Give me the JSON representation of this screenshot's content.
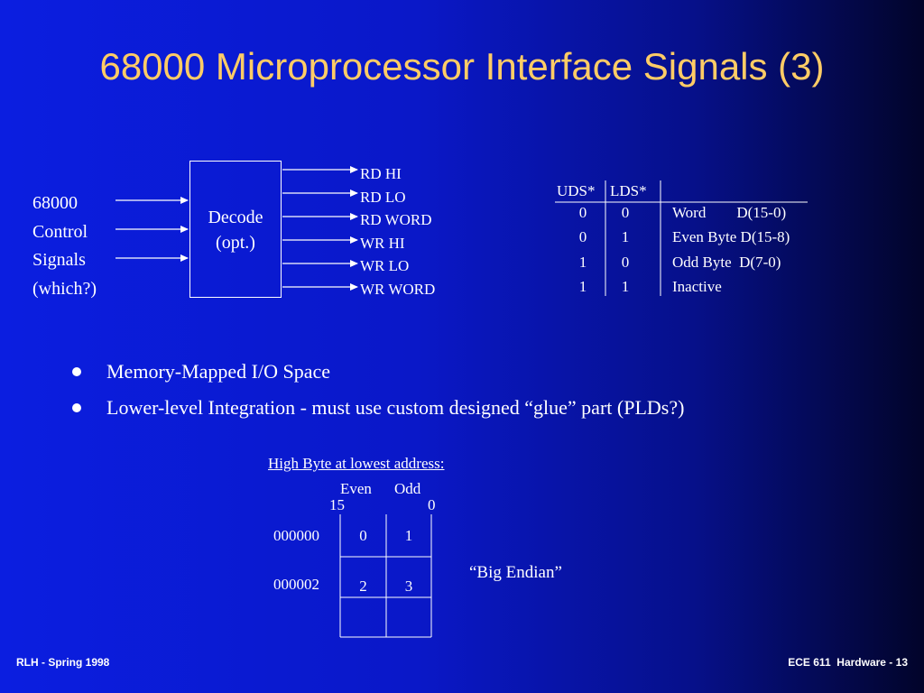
{
  "slide": {
    "title": "68000 Microprocessor Interface Signals (3)",
    "control_signals": [
      "68000",
      "Control",
      "Signals",
      "(which?)"
    ],
    "decode_block": [
      "Decode",
      "(opt.)"
    ],
    "decode_outputs": [
      "RD HI",
      "RD LO",
      "RD WORD",
      "WR HI",
      "WR LO",
      "WR WORD"
    ],
    "strobe_table": {
      "headers": [
        "UDS*",
        "LDS*"
      ],
      "rows": [
        {
          "uds": "0",
          "lds": "0",
          "desc": "Word        D(15-0)"
        },
        {
          "uds": "0",
          "lds": "1",
          "desc": "Even Byte D(15-8)"
        },
        {
          "uds": "1",
          "lds": "0",
          "desc": "Odd Byte  D(7-0)"
        },
        {
          "uds": "1",
          "lds": "1",
          "desc": "Inactive"
        }
      ]
    },
    "bullets": [
      "Memory-Mapped I/O Space",
      "Lower-level Integration - must use custom designed “glue” part (PLDs?)"
    ],
    "endian": {
      "title": "High Byte at lowest address:",
      "even_label": "Even",
      "odd_label": "Odd",
      "bit_high": "15",
      "bit_low": "0",
      "addresses": [
        "000000",
        "000002"
      ],
      "cells": [
        "0",
        "1",
        "2",
        "3"
      ],
      "caption": "“Big Endian”"
    },
    "footer_left": "RLH  -  Spring 1998",
    "footer_right": "ECE 611  Hardware - 13"
  }
}
